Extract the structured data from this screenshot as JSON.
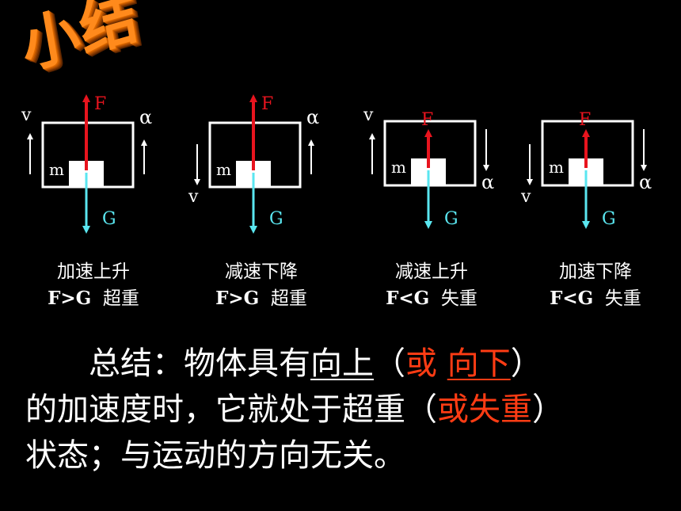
{
  "title": "小结",
  "diagram_labels": {
    "velocity": "v",
    "acceleration": "α",
    "mass": "m",
    "force": "F",
    "gravity": "G"
  },
  "cases": [
    {
      "motion": "加速上升",
      "condition": "F>G",
      "state": "超重",
      "velocity_dir": "up",
      "accel_dir": "up",
      "force_vs_gravity": "greater"
    },
    {
      "motion": "减速下降",
      "condition": "F>G",
      "state": "超重",
      "velocity_dir": "down",
      "accel_dir": "up",
      "force_vs_gravity": "greater"
    },
    {
      "motion": "减速上升",
      "condition": "F<G",
      "state": "失重",
      "velocity_dir": "up",
      "accel_dir": "down",
      "force_vs_gravity": "less"
    },
    {
      "motion": "加速下降",
      "condition": "F<G",
      "state": "失重",
      "velocity_dir": "down",
      "accel_dir": "down",
      "force_vs_gravity": "less"
    }
  ],
  "summary": {
    "p1_prefix": "总结：物体具有",
    "p1_up": "向上",
    "p1_paren_open": "（",
    "p1_or": "或",
    "p1_down": "向下",
    "p1_paren_close": "）",
    "p2_prefix": "的加速度时，它就处于超重（",
    "p2_red": "或失重",
    "p2_suffix": "）",
    "p3": "状态；与运动的方向无关。"
  },
  "colors": {
    "background": "#000000",
    "title": "#ff8a1c",
    "force": "#e8141e",
    "gravity": "#5ae6f0",
    "highlight": "#ff3c14",
    "text": "#ffffff"
  }
}
